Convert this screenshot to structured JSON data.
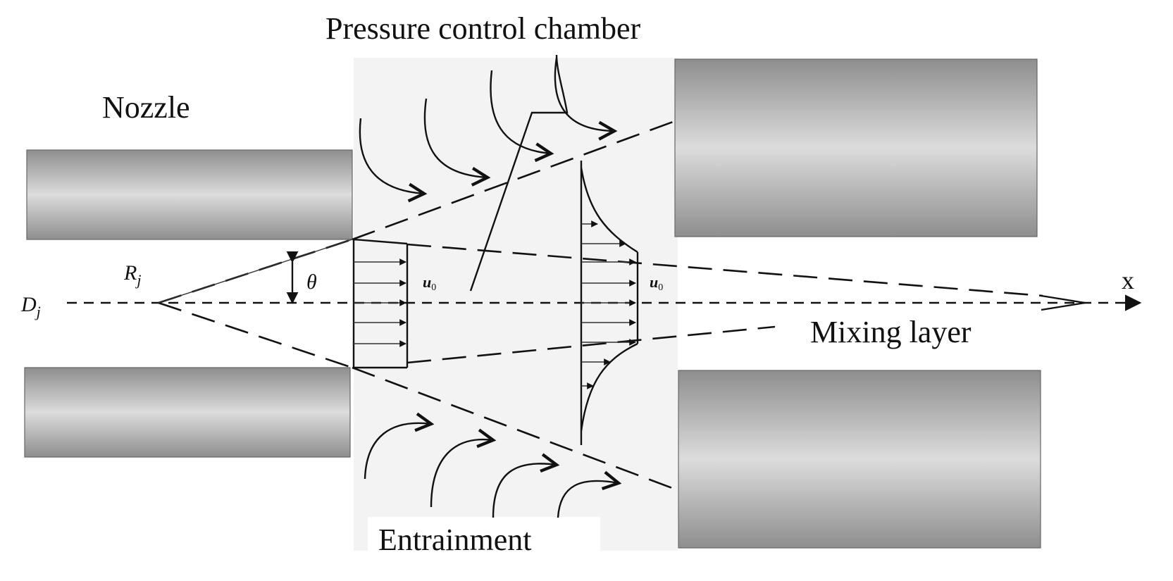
{
  "labels": {
    "pressure_control_chamber": "Pressure control chamber",
    "nozzle": "Nozzle",
    "mixing_layer": "Mixing layer",
    "entrainment": "Entrainment",
    "x_axis": "x",
    "theta": "θ",
    "u0_inlet": "u",
    "u0_inlet_sub": "0",
    "u0_downstream": "u",
    "u0_downstream_sub": "0",
    "rj_main": "R",
    "rj_sub": "j",
    "dj_main": "D",
    "dj_sub": "j"
  },
  "colors": {
    "block_light": "#d6d6d6",
    "block_dark": "#9a9a9a",
    "chamber_bg": "#f5f5f5",
    "line": "#111111"
  }
}
